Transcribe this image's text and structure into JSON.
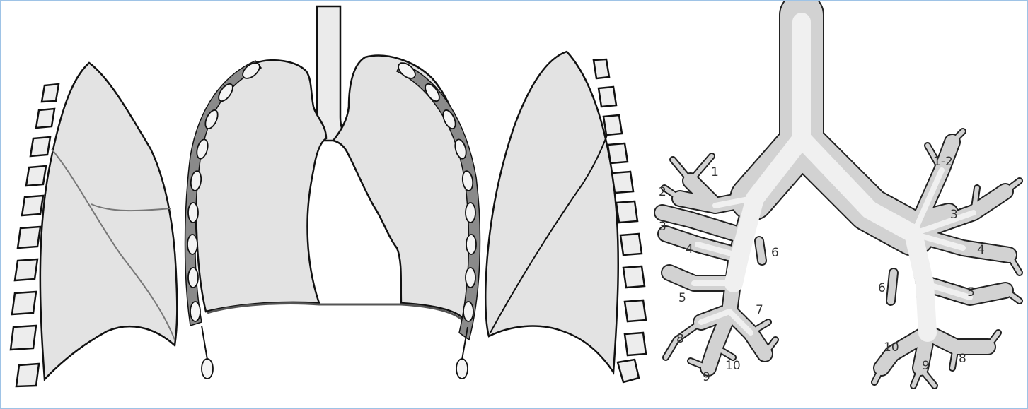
{
  "colors": {
    "lung_fill": "#e3e3e3",
    "outline": "#111111",
    "rib": "#ededed",
    "pleura": "#8a8a8a",
    "bronchus": "#d2d2d2",
    "bronchus_core": "#f0f0f0",
    "label": "#333333",
    "frame_border": "#9ec3e6"
  },
  "right_bronchial_tree": {
    "segment_labels": [
      "1",
      "2",
      "3",
      "4",
      "5",
      "6",
      "7",
      "8",
      "9",
      "10"
    ]
  },
  "left_bronchial_tree": {
    "segment_labels": [
      "1-2",
      "3",
      "4",
      "5",
      "6",
      "8",
      "9",
      "10"
    ]
  }
}
